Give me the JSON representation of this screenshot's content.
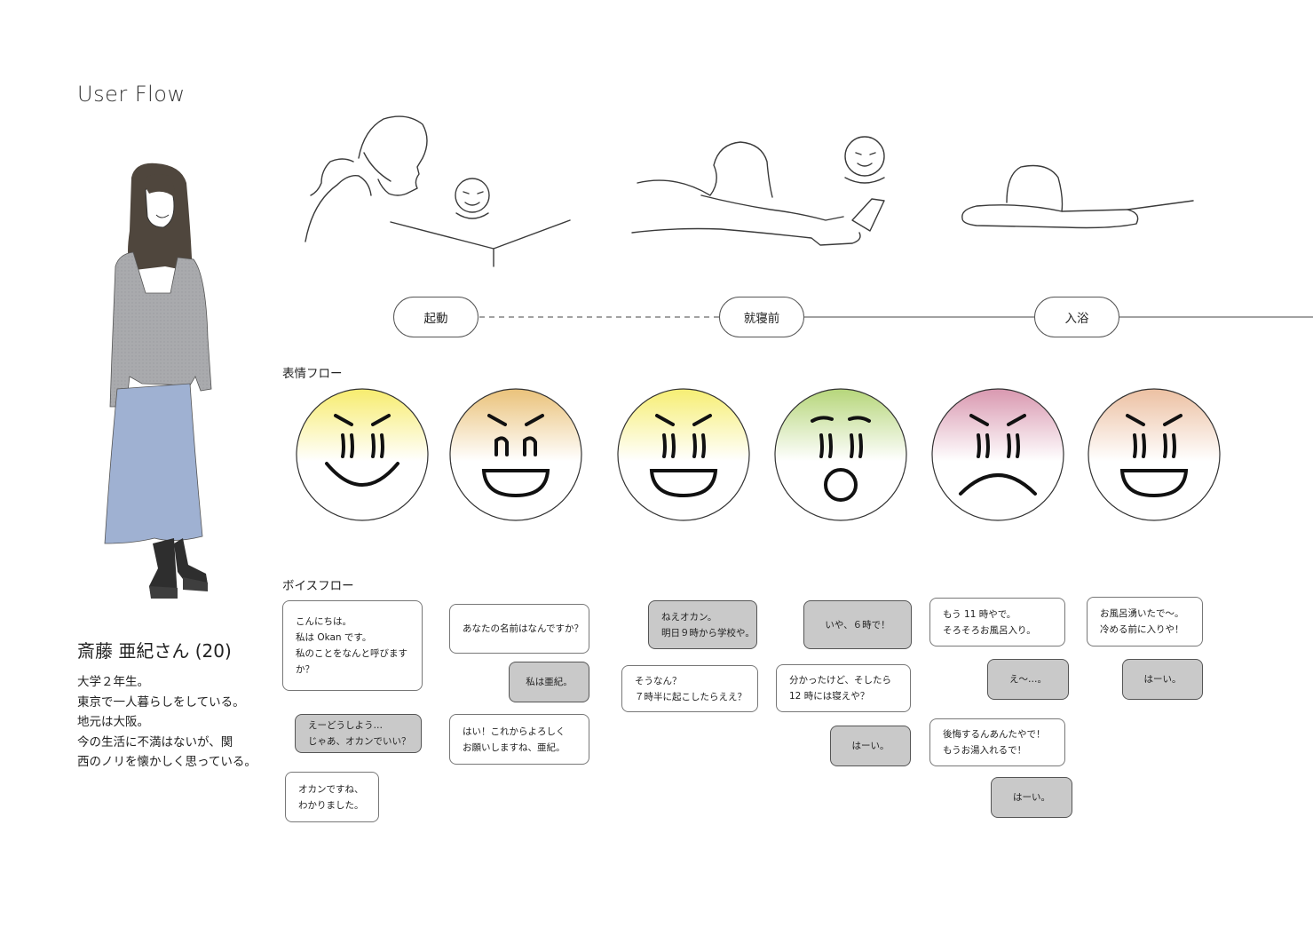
{
  "title": "User Flow",
  "persona": {
    "name": "斎藤 亜紀さん (20)",
    "bio_lines": [
      "大学２年生。",
      "東京で一人暮らしをしている。",
      "地元は大阪。",
      "今の生活に不満はないが、関",
      "西のノリを懐かしく思っている。"
    ]
  },
  "timeline": {
    "steps": [
      {
        "label": "起動"
      },
      {
        "label": "就寝前"
      },
      {
        "label": "入浴"
      }
    ]
  },
  "expression_flow": {
    "label": "表情フロー",
    "faces": [
      {
        "expression": "smile",
        "tint": "#f7ec6e"
      },
      {
        "expression": "grin-squint",
        "tint": "#eac27a"
      },
      {
        "expression": "grin",
        "tint": "#f6ee73"
      },
      {
        "expression": "surprised",
        "tint": "#b6d67a"
      },
      {
        "expression": "frown",
        "tint": "#d998b0"
      },
      {
        "expression": "grin",
        "tint": "#ecc0a2"
      }
    ]
  },
  "voice_flow": {
    "label": "ボイスフロー",
    "bubbles": [
      {
        "lines": [
          "こんにちは。",
          "私は Okan です。",
          "私のことをなんと呼びます",
          "か？"
        ],
        "speaker": "okan"
      },
      {
        "lines": [
          "えーどうしよう…",
          "じゃあ、オカンでいい？"
        ],
        "speaker": "user"
      },
      {
        "lines": [
          "オカンですね、",
          "わかりました。"
        ],
        "speaker": "okan"
      },
      {
        "lines": [
          "あなたの名前はなんですか？"
        ],
        "speaker": "okan"
      },
      {
        "lines": [
          "私は亜紀。"
        ],
        "speaker": "user"
      },
      {
        "lines": [
          "はい！これからよろしく",
          "お願いしますね、亜紀。"
        ],
        "speaker": "okan"
      },
      {
        "lines": [
          "ねえオカン。",
          "明日９時から学校や。"
        ],
        "speaker": "user"
      },
      {
        "lines": [
          "そうなん？",
          "７時半に起こしたらええ？"
        ],
        "speaker": "okan"
      },
      {
        "lines": [
          "いや、６時で！"
        ],
        "speaker": "user"
      },
      {
        "lines": [
          "分かったけど、そしたら",
          "12 時には寝えや？"
        ],
        "speaker": "okan"
      },
      {
        "lines": [
          "はーい。"
        ],
        "speaker": "user"
      },
      {
        "lines": [
          "もう 11 時やで。",
          "そろそろお風呂入り。"
        ],
        "speaker": "okan"
      },
      {
        "lines": [
          "え〜…。"
        ],
        "speaker": "user"
      },
      {
        "lines": [
          "後悔するんあんたやで！",
          "もうお湯入れるで！"
        ],
        "speaker": "okan"
      },
      {
        "lines": [
          "はーい。"
        ],
        "speaker": "user"
      },
      {
        "lines": [
          "お風呂湧いたで〜。",
          "冷める前に入りや！"
        ],
        "speaker": "okan"
      },
      {
        "lines": [
          "はーい。"
        ],
        "speaker": "user"
      }
    ]
  }
}
